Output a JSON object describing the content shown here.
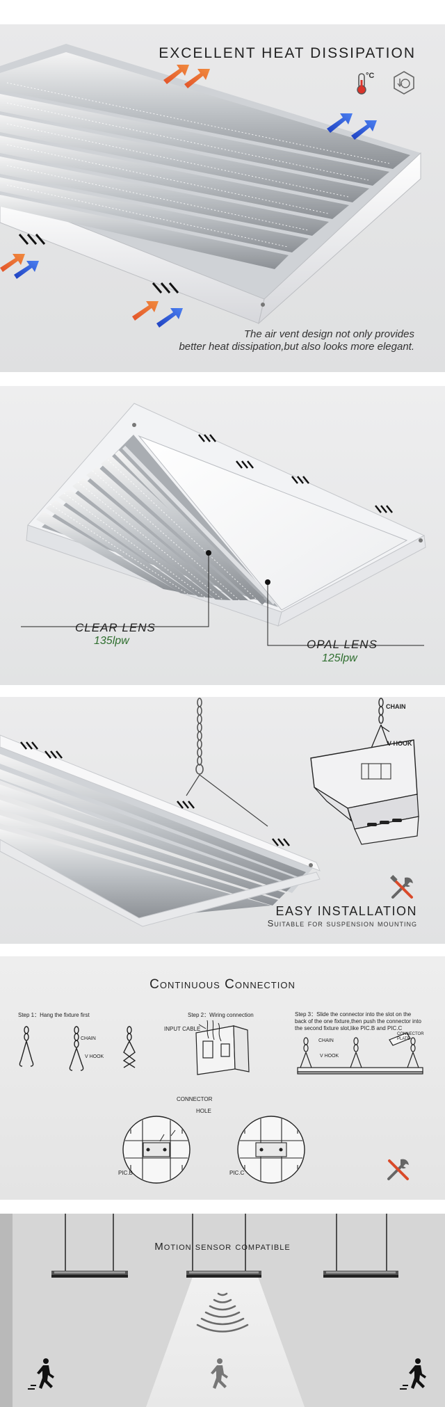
{
  "heat": {
    "title": "EXCELLENT HEAT DISSIPATION",
    "temp_unit": "°C",
    "caption_line1": "The air vent design not only provides",
    "caption_line2": "better heat dissipation,but also looks more elegant.",
    "icons": [
      "thermometer-icon",
      "fan-hexagon-icon"
    ]
  },
  "lens": {
    "clear_label": "CLEAR LENS",
    "clear_value": "135lpw",
    "opal_label": "OPAL LENS",
    "opal_value": "125lpw"
  },
  "install": {
    "chain_label": "CHAIN",
    "vhook_label": "V HOOK",
    "title": "EASY INSTALLATION",
    "subtitle": "Suitable for suspension mounting",
    "icons": [
      "tools-icon"
    ]
  },
  "connection": {
    "title": "Continuous Connection",
    "step1": "Step 1：Hang the fixture first",
    "step1_chain": "CHAIN",
    "step1_vhook": "V HOOK",
    "step2": "Step 2：Wiring connection",
    "step2_input": "INPUT CABLE",
    "step3_line1": "Step 3：Slide the connector into the slot on the",
    "step3_line2": "back of the one fixture,then push the connector into",
    "step3_line3": "the second fixture slot,like PIC.B and PIC.C",
    "step3_chain": "CHAIN",
    "step3_vhook": "V HOOK",
    "step3_connector": "CONNECTOR",
    "step3_plate": "PLATE",
    "picb_connector": "CONNECTOR",
    "picb_hole": "HOLE",
    "picb_label": "PIC.B",
    "picc_label": "PIC.C"
  },
  "motion": {
    "title": "Motion sensor compatible",
    "icons": [
      "walking-person-icon",
      "sensor-wave-icon"
    ]
  },
  "colors": {
    "arrow_blue": "#2a5bd7",
    "arrow_orange": "#e2532a",
    "text_green": "#2f6e2f"
  }
}
